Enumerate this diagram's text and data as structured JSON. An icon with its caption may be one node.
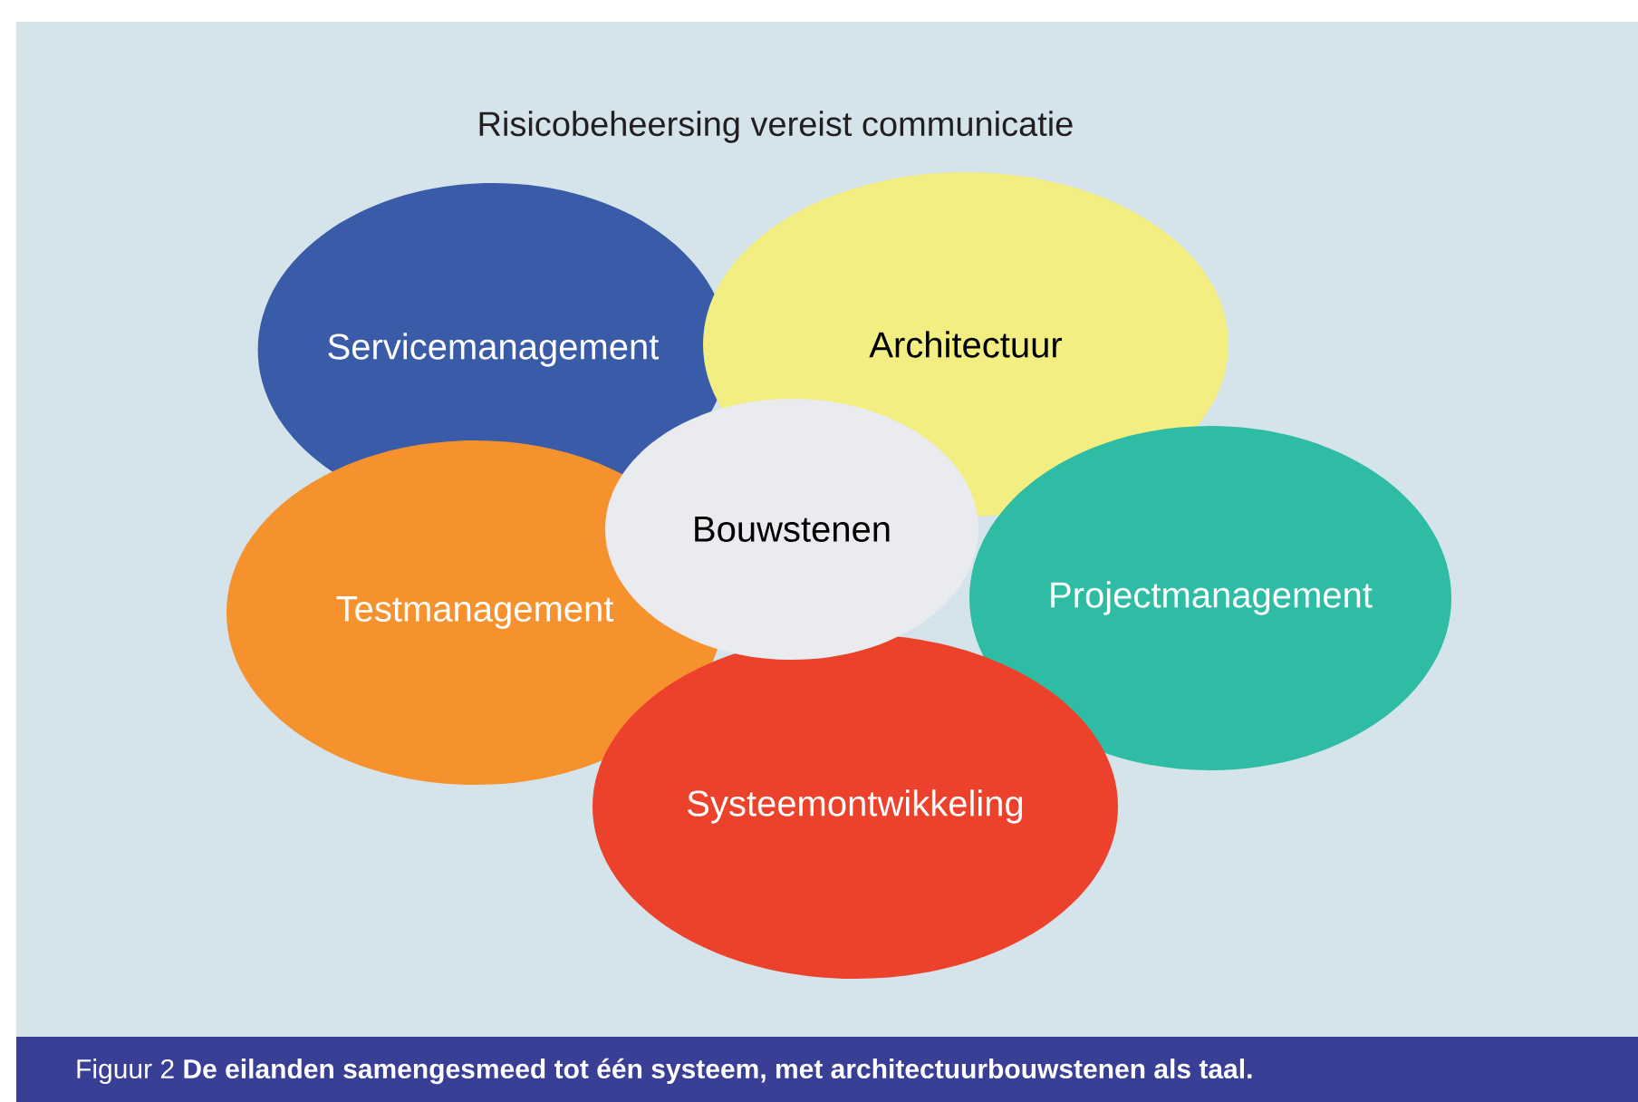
{
  "diagram": {
    "title": "Risicobeheersing vereist communicatie",
    "caption": "Figuur 2  **De eilanden samengesmeed tot één systeem, met architectuurbouwstenen als taal.**",
    "nodes": [
      {
        "text": [
          "Servicemanagement"
        ]
      },
      {
        "text": [
          "Architectuur"
        ]
      },
      {
        "text": [
          "Bouwstenen"
        ]
      },
      {
        "text": [
          "Testmanagement"
        ]
      },
      {
        "text": [
          "Projectmanagement"
        ]
      },
      {
        "text": [
          "Systeemontwikkeling"
        ]
      }
    ]
  }
}
